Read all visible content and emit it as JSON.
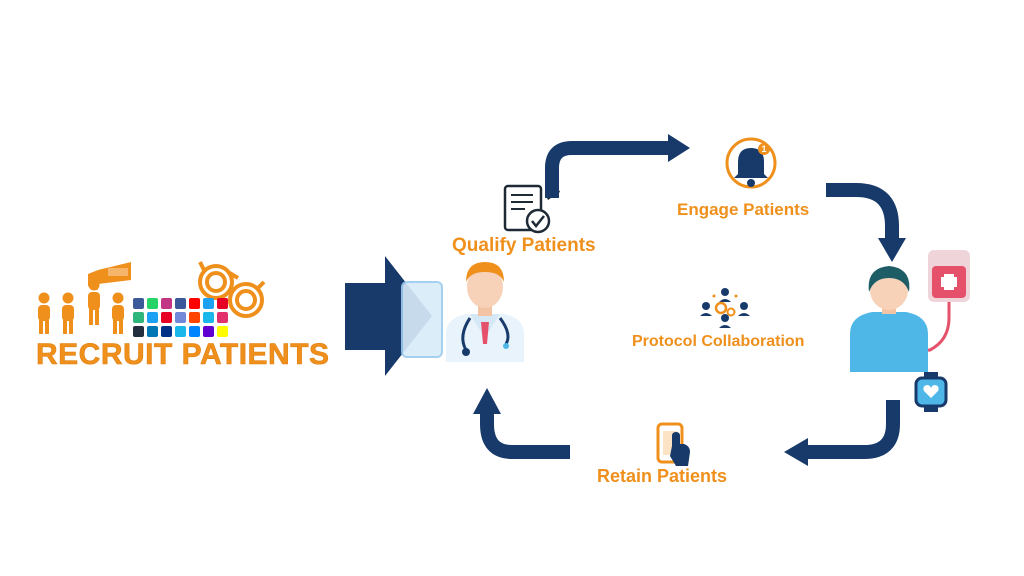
{
  "labels": {
    "recruit": "RECRUIT PATIENTS",
    "qualify": "Qualify Patients",
    "engage": "Engage Patients",
    "protocol": "Protocol Collaboration",
    "retain": "Retain Patients"
  },
  "notification_count": "1",
  "colors": {
    "orange": "#F0901C",
    "navy": "#173A6B",
    "skin": "#F7D2B8",
    "patient_blue": "#4FB7E8",
    "iv_red": "#E5506A"
  },
  "icons": {
    "recruit": "people-with-megaphone-and-social-media",
    "qualify": "checklist-document-icon",
    "engage": "notification-bell-icon",
    "protocol": "team-collaboration-gears-icon",
    "retain": "phone-tap-hand-icon",
    "doctor": "doctor-with-stethoscope",
    "patient": "patient-with-iv-drip-and-smartwatch"
  }
}
